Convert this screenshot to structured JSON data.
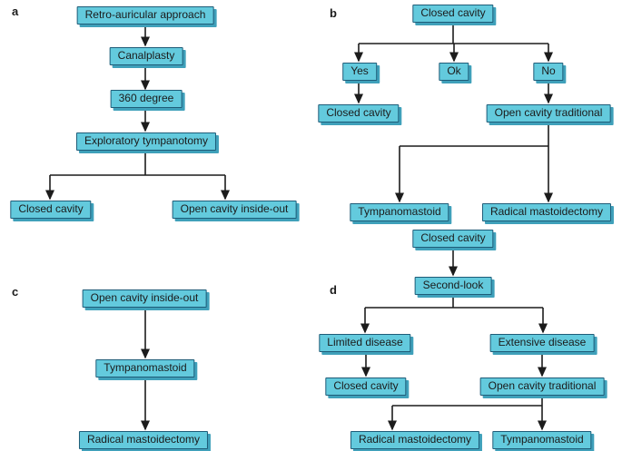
{
  "figure": {
    "colors": {
      "background": "#ffffff",
      "box_fill": "#63cadd",
      "box_border": "#1e5c78",
      "box_shadow": "#3fa0ba",
      "line_color": "#1c1c1c",
      "text_color": "#1b1b1b"
    }
  },
  "panels": {
    "a": {
      "label": "a",
      "nodes": {
        "retro_auricular": "Retro-auricular approach",
        "canalplasty": "Canalplasty",
        "degree_360": "360 degree",
        "exploratory_tympanotomy": "Exploratory tympanotomy",
        "closed_cavity": "Closed cavity",
        "open_cavity_inside_out": "Open cavity inside-out"
      }
    },
    "b": {
      "label": "b",
      "nodes": {
        "closed_cavity_top": "Closed cavity",
        "yes": "Yes",
        "ok": "Ok",
        "no": "No",
        "closed_cavity": "Closed cavity",
        "open_cavity_traditional": "Open cavity traditional",
        "tympanomastoid": "Tympanomastoid",
        "radical_mastoidectomy": "Radical mastoidectomy"
      }
    },
    "c": {
      "label": "c",
      "nodes": {
        "open_cavity_inside_out": "Open cavity inside-out",
        "tympanomastoid": "Tympanomastoid",
        "radical_mastoidectomy": "Radical mastoidectomy"
      }
    },
    "d": {
      "label": "d",
      "nodes": {
        "closed_cavity_top": "Closed cavity",
        "second_look": "Second-look",
        "limited_disease": "Limited disease",
        "extensive_disease": "Extensive disease",
        "closed_cavity": "Closed cavity",
        "open_cavity_traditional": "Open cavity traditional",
        "radical_mastoidectomy": "Radical mastoidectomy",
        "tympanomastoid": "Tympanomastoid"
      }
    }
  }
}
